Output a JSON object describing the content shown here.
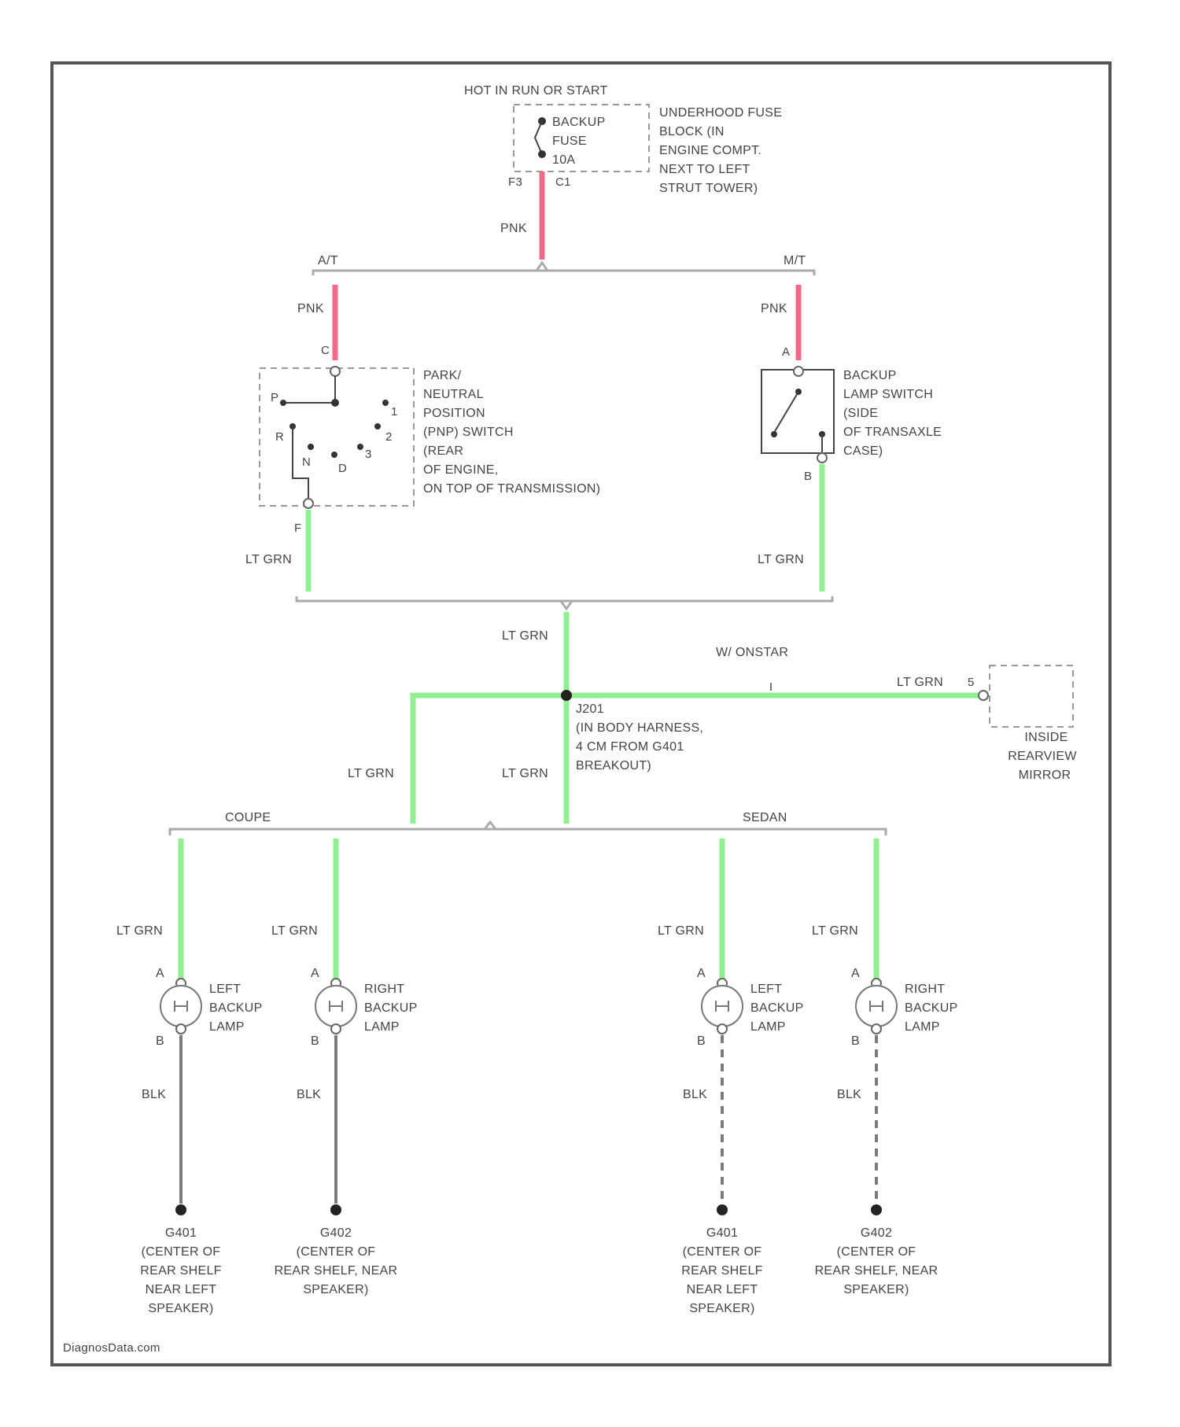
{
  "colors": {
    "pink_wire": "#f06a8a",
    "green_wire": "#8ef08e",
    "black_wire": "#7a7a7a",
    "frame": "#555555",
    "bracket": "#aaaaaa"
  },
  "fuse_block": {
    "condition": "HOT IN RUN OR START",
    "fuse_lines": [
      "BACKUP",
      "FUSE",
      "10A"
    ],
    "pin_in": "F3",
    "pin_out": "C1",
    "location": [
      "UNDERHOOD FUSE",
      "BLOCK (IN",
      "ENGINE COMPT.",
      "NEXT TO LEFT",
      "STRUT TOWER)"
    ],
    "wire_color": "PNK"
  },
  "split_top": {
    "left": "A/T",
    "right": "M/T"
  },
  "pnp_switch": {
    "wire_in": "PNK",
    "pin_in": "C",
    "pin_out": "F",
    "wire_out": "LT GRN",
    "positions": [
      "P",
      "R",
      "N",
      "D",
      "3",
      "2",
      "1"
    ],
    "name": [
      "PARK/",
      "NEUTRAL",
      "POSITION",
      "(PNP) SWITCH",
      "(REAR",
      "OF ENGINE,",
      "ON TOP OF TRANSMISSION)"
    ]
  },
  "backup_switch": {
    "wire_in": "PNK",
    "pin_in": "A",
    "pin_out": "B",
    "wire_out": "LT GRN",
    "name": [
      "BACKUP",
      "LAMP SWITCH",
      "(SIDE",
      "OF TRANSAXLE",
      "CASE)"
    ]
  },
  "splice": {
    "wire_in": "LT GRN",
    "wire_to_mirror": "LT GRN",
    "wire_left": "LT GRN",
    "wire_down": "LT GRN",
    "onstar_label": "W/ ONSTAR",
    "name": [
      "J201",
      "(IN BODY HARNESS,",
      "4 CM FROM G401",
      "BREAKOUT)"
    ]
  },
  "mirror": {
    "pin": "5",
    "name": [
      "INSIDE",
      "REARVIEW",
      "MIRROR"
    ]
  },
  "split_bottom": {
    "left": "COUPE",
    "right": "SEDAN"
  },
  "lamps": [
    {
      "wire": "LT GRN",
      "pin_a": "A",
      "pin_b": "B",
      "name": [
        "LEFT",
        "BACKUP",
        "LAMP"
      ],
      "ground_wire": "BLK",
      "ground": [
        "G401",
        "(CENTER OF",
        "REAR SHELF",
        "NEAR LEFT",
        "SPEAKER)"
      ]
    },
    {
      "wire": "LT GRN",
      "pin_a": "A",
      "pin_b": "B",
      "name": [
        "RIGHT",
        "BACKUP",
        "LAMP"
      ],
      "ground_wire": "BLK",
      "ground": [
        "G402",
        "(CENTER OF",
        "REAR SHELF, NEAR",
        "SPEAKER)"
      ]
    },
    {
      "wire": "LT GRN",
      "pin_a": "A",
      "pin_b": "B",
      "name": [
        "LEFT",
        "BACKUP",
        "LAMP"
      ],
      "ground_wire": "BLK",
      "ground": [
        "G401",
        "(CENTER OF",
        "REAR SHELF",
        "NEAR LEFT",
        "SPEAKER)"
      ]
    },
    {
      "wire": "LT GRN",
      "pin_a": "A",
      "pin_b": "B",
      "name": [
        "RIGHT",
        "BACKUP",
        "LAMP"
      ],
      "ground_wire": "BLK",
      "ground": [
        "G402",
        "(CENTER OF",
        "REAR SHELF, NEAR",
        "SPEAKER)"
      ]
    }
  ],
  "footer": "DiagnosData.com"
}
